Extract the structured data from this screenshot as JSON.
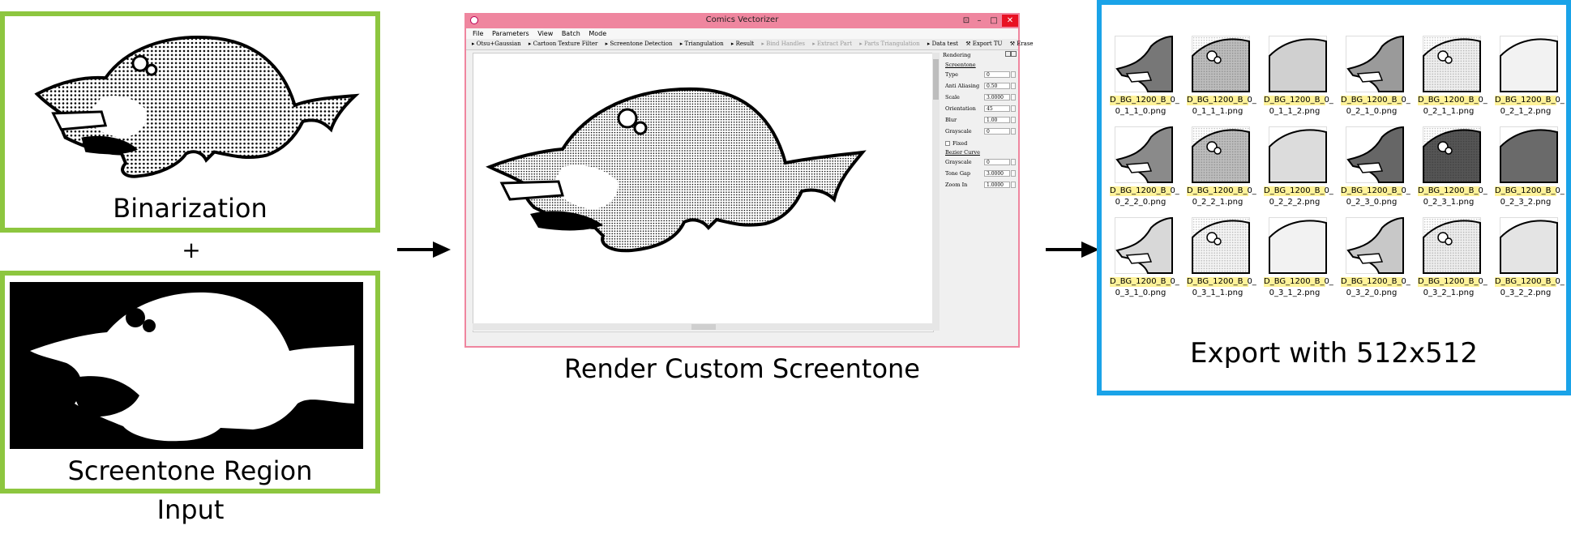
{
  "input": {
    "binarization_label": "Binarization",
    "plus": "+",
    "region_label": "Screentone Region",
    "input_label": "Input"
  },
  "app": {
    "title": "Comics Vectorizer",
    "menu": [
      "File",
      "Parameters",
      "View",
      "Batch",
      "Mode"
    ],
    "toolbar": [
      {
        "label": "▸ Otsu+Gaussian",
        "enabled": true
      },
      {
        "label": "▸ Cartoon Texture Filter",
        "enabled": true
      },
      {
        "label": "▸ Screentone Detection",
        "enabled": true
      },
      {
        "label": "▸ Triangulation",
        "enabled": true
      },
      {
        "label": "▸ Result",
        "enabled": true
      },
      {
        "label": "▸ Bind Handles",
        "enabled": false
      },
      {
        "label": "▸ Extract Part",
        "enabled": false
      },
      {
        "label": "▸ Parts Triangulation",
        "enabled": false
      },
      {
        "label": "▸ Data test",
        "enabled": true
      },
      {
        "label": "⚒ Export TU",
        "enabled": true
      },
      {
        "label": "⚒ Erase",
        "enabled": true
      }
    ],
    "panel": {
      "title": "Rendering",
      "screentone_section": "Screentone",
      "type_label": "Type",
      "type_value": "0",
      "anti_aliasing_label": "Anti Aliasing",
      "anti_aliasing_value": "0.50",
      "scale_label": "Scale",
      "scale_value": "3.0000",
      "orientation_label": "Orientation",
      "orientation_value": "45",
      "blur_label": "Blur",
      "blur_value": "1.00",
      "grayscale_label": "Grayscale",
      "grayscale_value": "0",
      "fixed_label": "Fixed",
      "bezier_section": "Bezier Curve",
      "bezier_grayscale_label": "Grayscale",
      "bezier_grayscale_value": "0",
      "tone_gap_label": "Tone Gap",
      "tone_gap_value": "3.0000",
      "zoom_in_label": "Zoom In",
      "zoom_in_value": "1.0000"
    }
  },
  "render_caption": "Render Custom Screentone",
  "export": {
    "caption": "Export with 512x512",
    "thumbs": [
      {
        "line1": "D_BG_1200_B_0_",
        "line2": "0_1_1_0.png",
        "shade": "#777777",
        "dots": false
      },
      {
        "line1": "D_BG_1200_B_0_",
        "line2": "0_1_1_1.png",
        "shade": "#bdbdbd",
        "dots": true
      },
      {
        "line1": "D_BG_1200_B_0_",
        "line2": "0_1_1_2.png",
        "shade": "#d0d0d0",
        "dots": false
      },
      {
        "line1": "D_BG_1200_B_0_",
        "line2": "0_2_1_0.png",
        "shade": "#9a9a9a",
        "dots": false
      },
      {
        "line1": "D_BG_1200_B_0_",
        "line2": "0_2_1_1.png",
        "shade": "#efefef",
        "dots": true
      },
      {
        "line1": "D_BG_1200_B_0_",
        "line2": "0_2_1_2.png",
        "shade": "#f2f2f2",
        "dots": false
      },
      {
        "line1": "D_BG_1200_B_0_",
        "line2": "0_2_2_0.png",
        "shade": "#8a8a8a",
        "dots": false
      },
      {
        "line1": "D_BG_1200_B_0_",
        "line2": "0_2_2_1.png",
        "shade": "#bdbdbd",
        "dots": true
      },
      {
        "line1": "D_BG_1200_B_0_",
        "line2": "0_2_2_2.png",
        "shade": "#dcdcdc",
        "dots": false
      },
      {
        "line1": "D_BG_1200_B_0_",
        "line2": "0_2_3_0.png",
        "shade": "#666666",
        "dots": false
      },
      {
        "line1": "D_BG_1200_B_0_",
        "line2": "0_2_3_1.png",
        "shade": "#555555",
        "dots": true
      },
      {
        "line1": "D_BG_1200_B_0_",
        "line2": "0_2_3_2.png",
        "shade": "#6a6a6a",
        "dots": false
      },
      {
        "line1": "D_BG_1200_B_0_",
        "line2": "0_3_1_0.png",
        "shade": "#d8d8d8",
        "dots": false
      },
      {
        "line1": "D_BG_1200_B_0_",
        "line2": "0_3_1_1.png",
        "shade": "#f4f4f4",
        "dots": true
      },
      {
        "line1": "D_BG_1200_B_0_",
        "line2": "0_3_1_2.png",
        "shade": "#f2f2f2",
        "dots": false
      },
      {
        "line1": "D_BG_1200_B_0_",
        "line2": "0_3_2_0.png",
        "shade": "#c8c8c8",
        "dots": false
      },
      {
        "line1": "D_BG_1200_B_0_",
        "line2": "0_3_2_1.png",
        "shade": "#eeeeee",
        "dots": true
      },
      {
        "line1": "D_BG_1200_B_0_",
        "line2": "0_3_2_2.png",
        "shade": "#e4e4e4",
        "dots": false
      }
    ]
  }
}
